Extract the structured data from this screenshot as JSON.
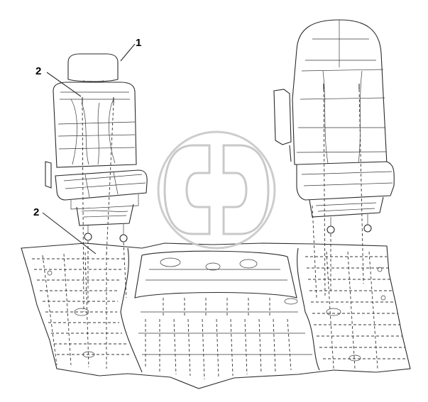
{
  "callouts": [
    {
      "label": "1",
      "target": "headrest"
    },
    {
      "label": "2",
      "target": "seat-mount-bolt-upper"
    },
    {
      "label": "2",
      "target": "seat-mount-bolt-lower"
    }
  ],
  "watermark": "GD logo"
}
